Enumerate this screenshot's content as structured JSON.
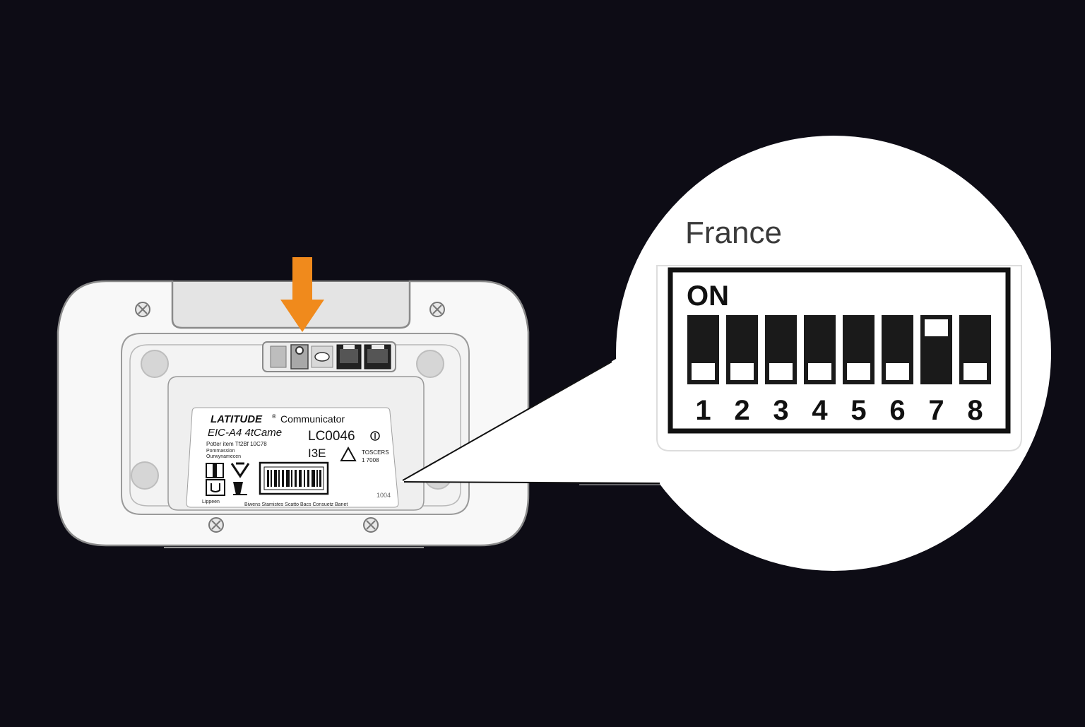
{
  "colors": {
    "background": "#0d0c15",
    "arrow": "#f08a1c",
    "device_fill": "#f7f7f7",
    "device_outline": "#8a8a8a",
    "switch_body": "#1a1a1a",
    "switch_knob": "#ffffff"
  },
  "device": {
    "name": "LATITUDE Communicator",
    "label_lines": {
      "brand": "LATITUDE",
      "trademark": "®",
      "product": "Communicator",
      "model": "EIC-A4 4tCame",
      "ce_mark": "LC0046",
      "small_text_1": "Potter item   Tf2Bf  10C78",
      "small_text_2": "Pommassion",
      "small_text_3": "Ourwynamecen",
      "mark_row": "I3E",
      "side_text_1": "TOSCERS",
      "side_text_2": "1 7008",
      "bottom_left": "Lippeen",
      "bottom_row": "Biwens Stamistes Scatto Bacs Consuetz Banet",
      "code_right": "1004"
    },
    "icons": [
      "screw-icon",
      "power-port-icon",
      "led-icon",
      "phone-jack-icon",
      "ethernet-jack-icon",
      "barcode-icon"
    ]
  },
  "callout": {
    "country": "France",
    "on_label": "ON",
    "switches": [
      {
        "number": "1",
        "state": "off"
      },
      {
        "number": "2",
        "state": "off"
      },
      {
        "number": "3",
        "state": "off"
      },
      {
        "number": "4",
        "state": "off"
      },
      {
        "number": "5",
        "state": "off"
      },
      {
        "number": "6",
        "state": "off"
      },
      {
        "number": "7",
        "state": "on"
      },
      {
        "number": "8",
        "state": "off"
      }
    ]
  }
}
